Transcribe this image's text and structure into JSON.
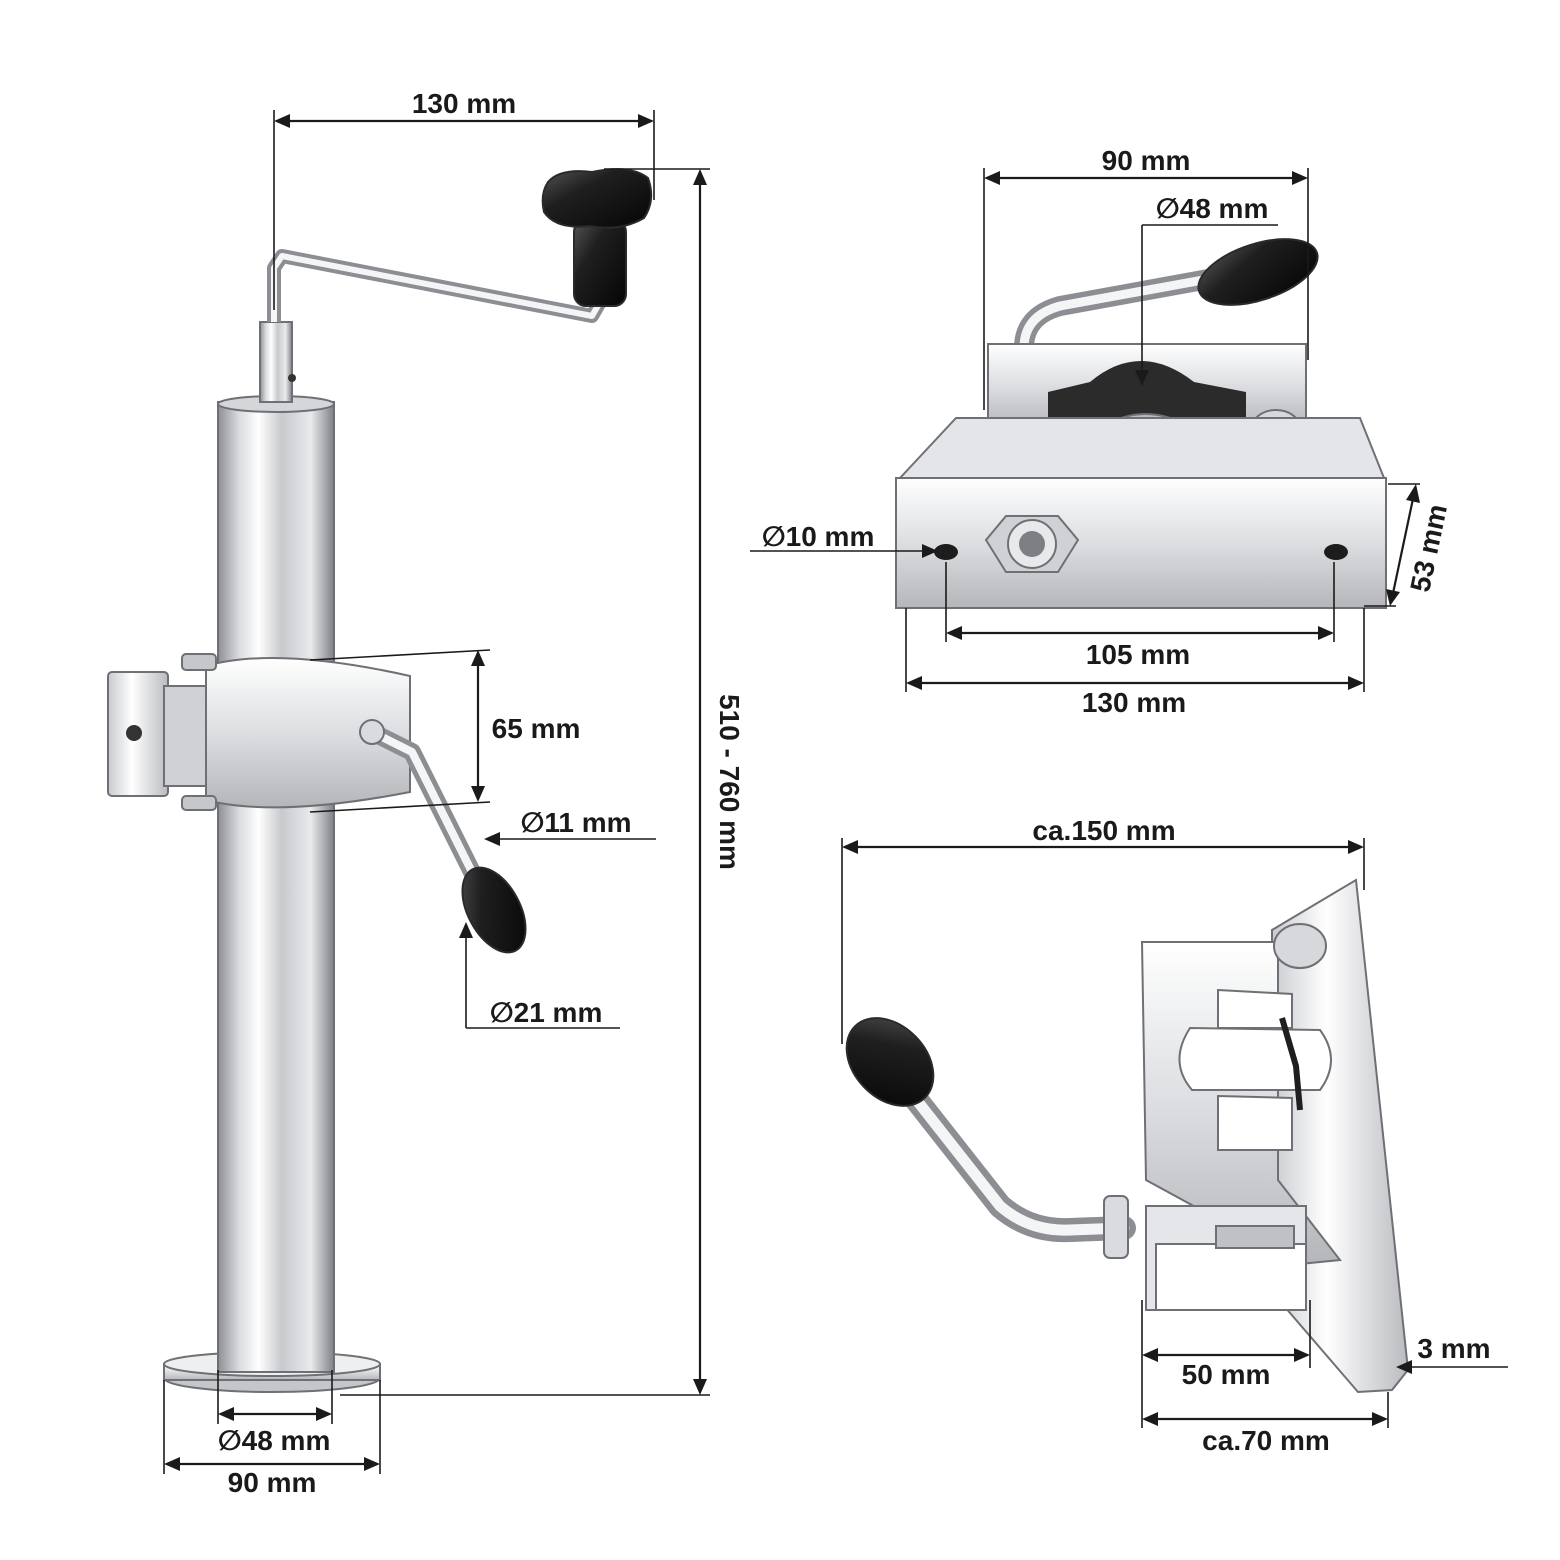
{
  "jack": {
    "crank_width": "130 mm",
    "height_range": "510 - 760 mm",
    "clamp_height": "65 mm",
    "lever_diameter": "∅11 mm",
    "knob_diameter": "∅21 mm",
    "tube_diameter": "∅48 mm",
    "foot_diameter": "90 mm"
  },
  "clamp_front": {
    "width": "90 mm",
    "tube_diameter": "∅48 mm",
    "hole_diameter": "∅10 mm",
    "height": "53 mm",
    "hole_spacing": "105 mm",
    "plate_width": "130 mm"
  },
  "clamp_side": {
    "overall_length": "ca.150 mm",
    "jaw_opening": "50 mm",
    "thickness": "3 mm",
    "depth": "ca.70 mm"
  },
  "colors": {
    "metal_light": "#f2f3f5",
    "metal_mid": "#c9cbcf",
    "metal_dark": "#8a8c91",
    "rubber": "#1b1b1b",
    "line": "#1a1a1a"
  }
}
